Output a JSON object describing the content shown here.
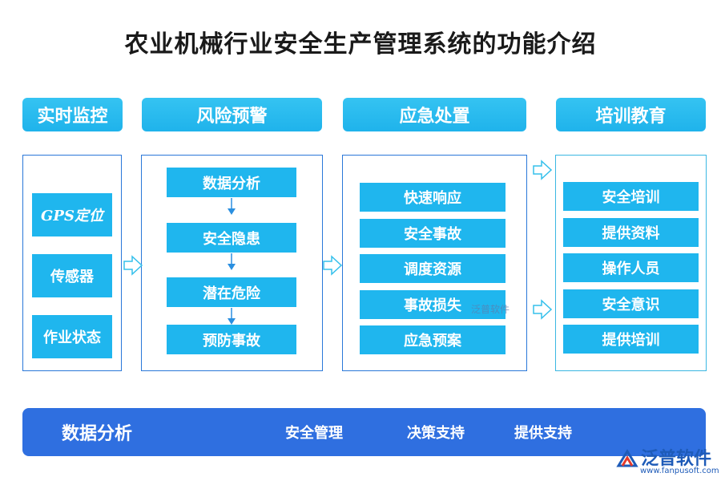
{
  "title": "农业机械行业安全生产管理系统的功能介绍",
  "columns": [
    {
      "header": "实时监控",
      "items": [
        "GPS定位",
        "传感器",
        "作业状态"
      ]
    },
    {
      "header": "风险预警",
      "items": [
        "数据分析",
        "安全隐患",
        "潜在危险",
        "预防事故"
      ]
    },
    {
      "header": "应急处置",
      "items": [
        "快速响应",
        "安全事故",
        "调度资源",
        "事故损失",
        "应急预案"
      ]
    },
    {
      "header": "培训教育",
      "items": [
        "安全培训",
        "提供资料",
        "操作人员",
        "安全意识",
        "提供培训"
      ]
    }
  ],
  "bottom_bar": {
    "main_label": "数据分析",
    "items": [
      "安全管理",
      "决策支持",
      "提供支持"
    ]
  },
  "watermark": {
    "small_text": "泛普软件",
    "logo_text": "泛普软件",
    "logo_url": "www.fanpusoft.com"
  },
  "colors": {
    "header": "#1fb3eb",
    "box": "#1fb6ee",
    "panel_border": "#2a78d9",
    "bottom_bar": "#2f6fe0"
  }
}
